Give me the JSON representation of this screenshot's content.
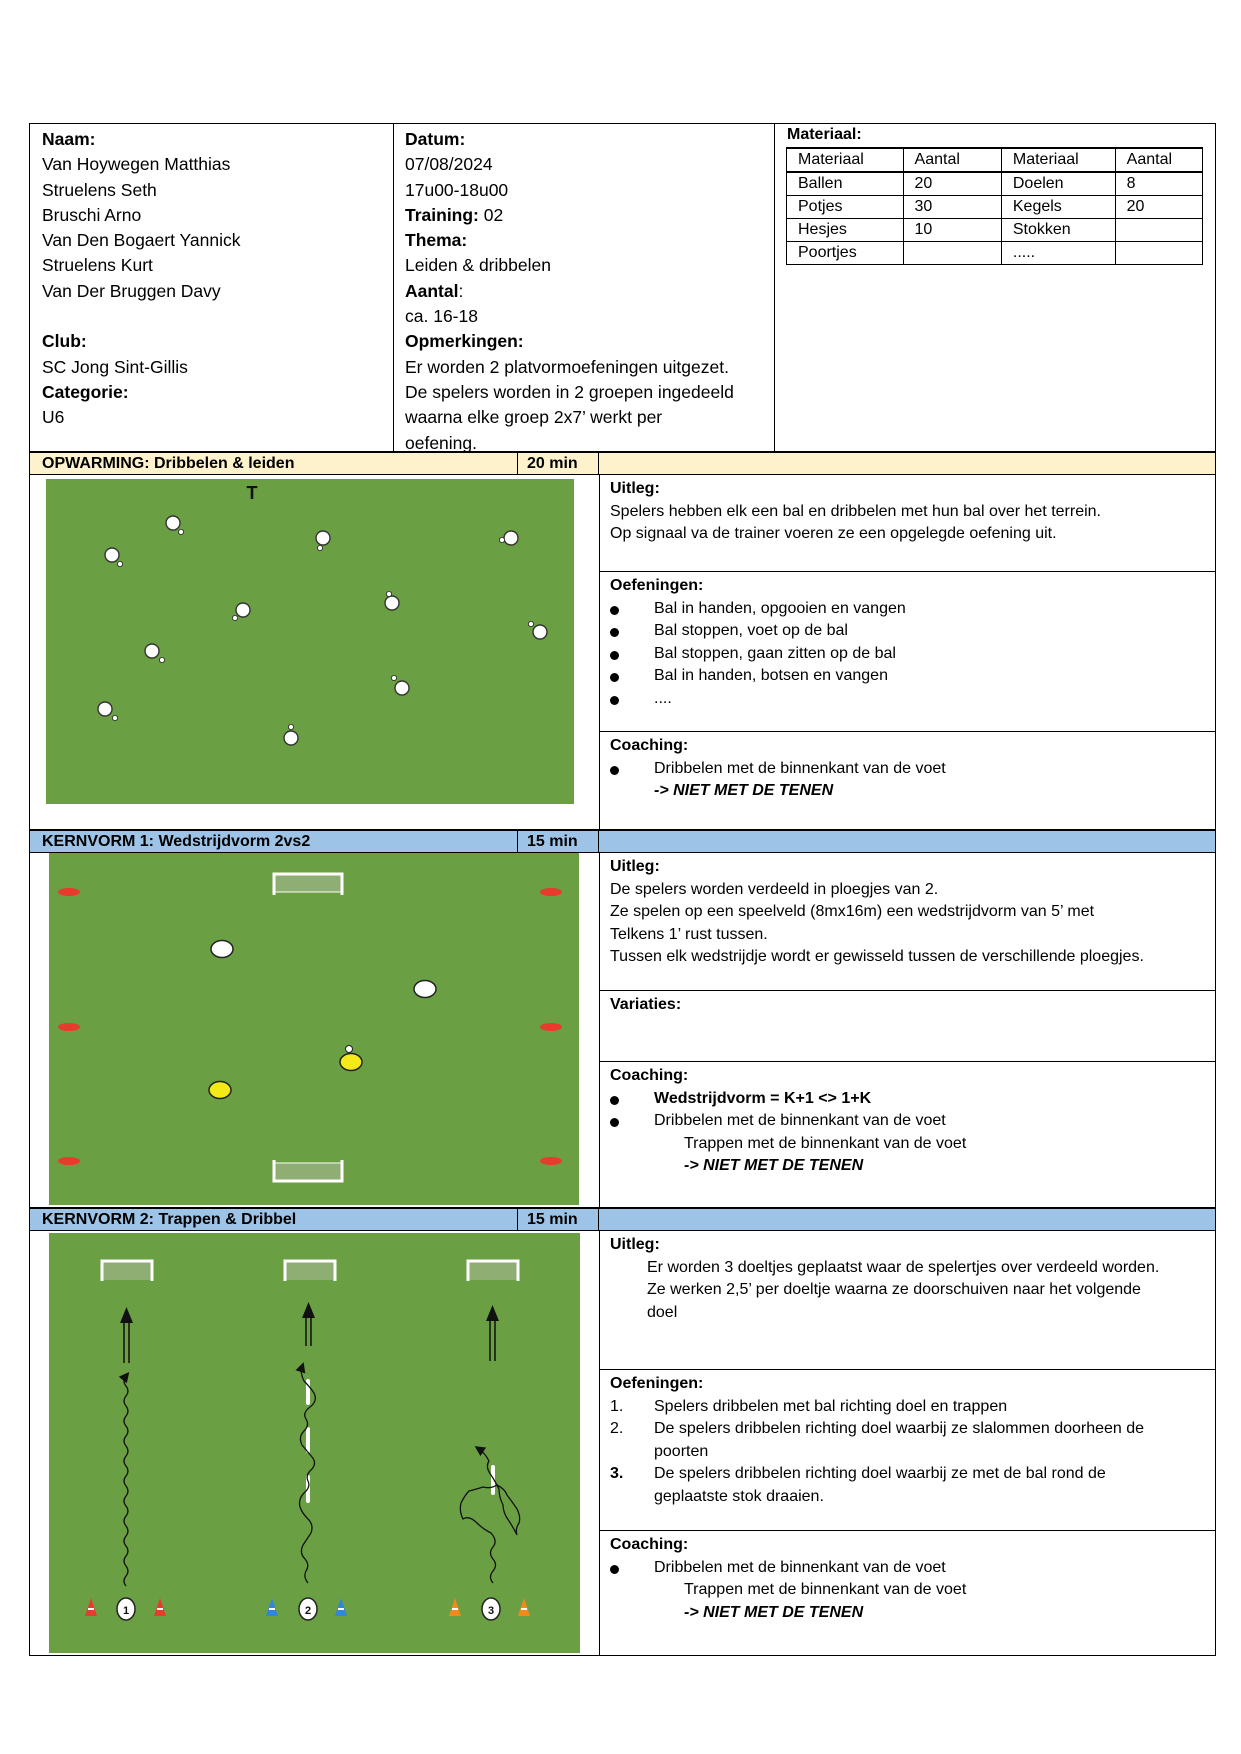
{
  "header": {
    "naam_label": "Naam:",
    "names": [
      "Van Hoywegen Matthias",
      "Struelens Seth",
      "Bruschi Arno",
      "Van Den Bogaert Yannick",
      "Struelens Kurt",
      "Van Der Bruggen Davy"
    ],
    "club_label": "Club:",
    "club": "SC Jong Sint-Gillis",
    "categorie_label": "Categorie:",
    "categorie": "U6",
    "datum_label": "Datum:",
    "datum": "07/08/2024",
    "tijd": "17u00-18u00",
    "training_label": "Training:",
    "training": " 02",
    "thema_label": "Thema:",
    "thema": "Leiden & dribbelen",
    "aantal_label": "Aantal",
    "aantal_colon": ":",
    "aantal": "ca. 16-18",
    "opmerkingen_label": "Opmerkingen:",
    "opmerkingen_lines": [
      "Er worden 2 platvormoefeningen uitgezet.",
      "De spelers worden in 2 groepen ingedeeld",
      "waarna elke groep 2x7’  werkt per",
      "oefening."
    ]
  },
  "materiaal": {
    "title": "Materiaal:",
    "rows": [
      [
        "Materiaal",
        "Aantal",
        "Materiaal",
        "Aantal"
      ],
      [
        "Ballen",
        "20",
        "Doelen",
        "8"
      ],
      [
        "Potjes",
        "30",
        "Kegels",
        "20"
      ],
      [
        "Hesjes",
        "10",
        "Stokken",
        ""
      ],
      [
        "Poortjes",
        "",
        ".....",
        ""
      ]
    ]
  },
  "sections": [
    {
      "title": "OPWARMING: Dribbelen & leiden",
      "duration": "20 min",
      "uitleg_label": "Uitleg:",
      "uitleg": [
        "Spelers hebben elk een bal en dribbelen met hun bal over het terrein.",
        "Op signaal va de trainer voeren ze een opgelegde oefening uit."
      ],
      "oefeningen_label": "Oefeningen:",
      "oefeningen": [
        "Bal in handen, opgooien en vangen",
        "Bal stoppen, voet op de bal",
        "Bal stoppen, gaan zitten op de bal",
        "Bal in handen, botsen en vangen",
        "...."
      ],
      "coaching_label": "Coaching:",
      "coaching": [
        "Dribbelen met de binnenkant van de voet"
      ],
      "coaching_note": "-> NIET MET DE TENEN",
      "diagram_label": "T"
    },
    {
      "title": "KERNVORM 1: Wedstrijdvorm 2vs2",
      "duration": "15 min",
      "uitleg_label": "Uitleg:",
      "uitleg": [
        "De spelers worden verdeeld in ploegjes van 2.",
        "Ze spelen op een speelveld (8mx16m) een wedstrijdvorm van 5’ met",
        "Telkens 1’ rust tussen.",
        "Tussen elk wedstrijdje wordt er gewisseld tussen de verschillende ploegjes."
      ],
      "variaties_label": "Variaties:",
      "coaching_label": "Coaching:",
      "coaching": [
        "Wedstrijdvorm = K+1 <> 1+K",
        "Dribbelen met de binnenkant van de voet"
      ],
      "coaching_extra": "Trappen met de binnenkant van de voet",
      "coaching_note": "-> NIET MET DE TENEN"
    },
    {
      "title": "KERNVORM 2: Trappen & Dribbel",
      "duration": "15 min",
      "uitleg_label": "Uitleg:",
      "uitleg": [
        "Er worden 3 doeltjes geplaatst waar de spelertjes over verdeeld worden.",
        "Ze werken 2,5’ per doeltje waarna ze doorschuiven naar het volgende",
        "doel"
      ],
      "oefeningen_label": "Oefeningen:",
      "oefeningen": [
        {
          "n": "1.",
          "lines": [
            "Spelers dribbelen met bal richting doel en trappen"
          ]
        },
        {
          "n": "2.",
          "lines": [
            "De spelers dribbelen richting doel waarbij ze slalommen doorheen de",
            "poorten"
          ]
        },
        {
          "n": "3.",
          "lines": [
            "De spelers dribbelen richting doel waarbij ze met de bal rond de",
            "geplaatste stok draaien."
          ]
        }
      ],
      "coaching_label": "Coaching:",
      "coaching": [
        "Dribbelen met de binnenkant van de voet"
      ],
      "coaching_extra": "Trappen met de binnenkant van de voet",
      "coaching_note": "-> NIET MET DE TENEN",
      "station_numbers": [
        "1",
        "2",
        "3"
      ]
    }
  ],
  "colors": {
    "field": "#6aa043",
    "opwarming_bar": "#fef2cc",
    "kernvorm_bar": "#9dc3e6",
    "cone_red": "#e83a2d",
    "cone_blue": "#2e86de",
    "cone_orange": "#f28a1a",
    "player_yellow": "#f4ea1a"
  }
}
